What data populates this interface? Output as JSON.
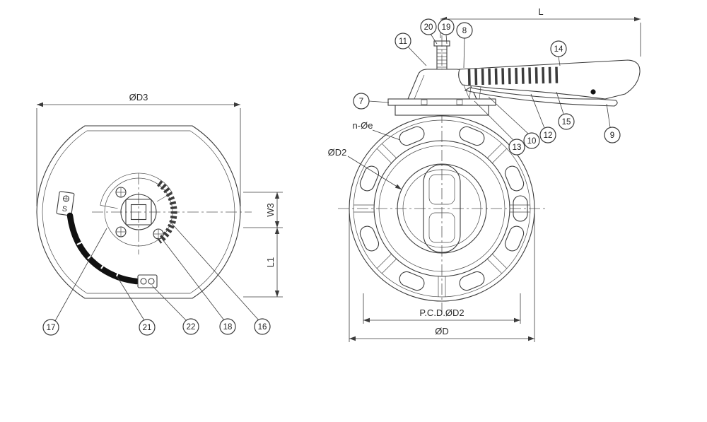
{
  "left_view": {
    "dim_od3": "ØD3",
    "dim_w3": "W3",
    "dim_l1": "L1",
    "handle_plate_label": "S",
    "balloons": {
      "16": "16",
      "17": "17",
      "18": "18",
      "21": "21",
      "22": "22"
    }
  },
  "right_view": {
    "dim_l": "L",
    "bolt_holes_label": "n-Øe",
    "inner_dia_label": "ØD2",
    "dim_pcd": "P.C.D.ØD2",
    "dim_od": "ØD",
    "balloons": {
      "7": "7",
      "8": "8",
      "9": "9",
      "10": "10",
      "11": "11",
      "12": "12",
      "13": "13",
      "14": "14",
      "15": "15",
      "19": "19",
      "20": "20"
    }
  },
  "colors": {
    "line": "#3b3b3b",
    "background": "#ffffff",
    "lever_fill": "#111111"
  }
}
